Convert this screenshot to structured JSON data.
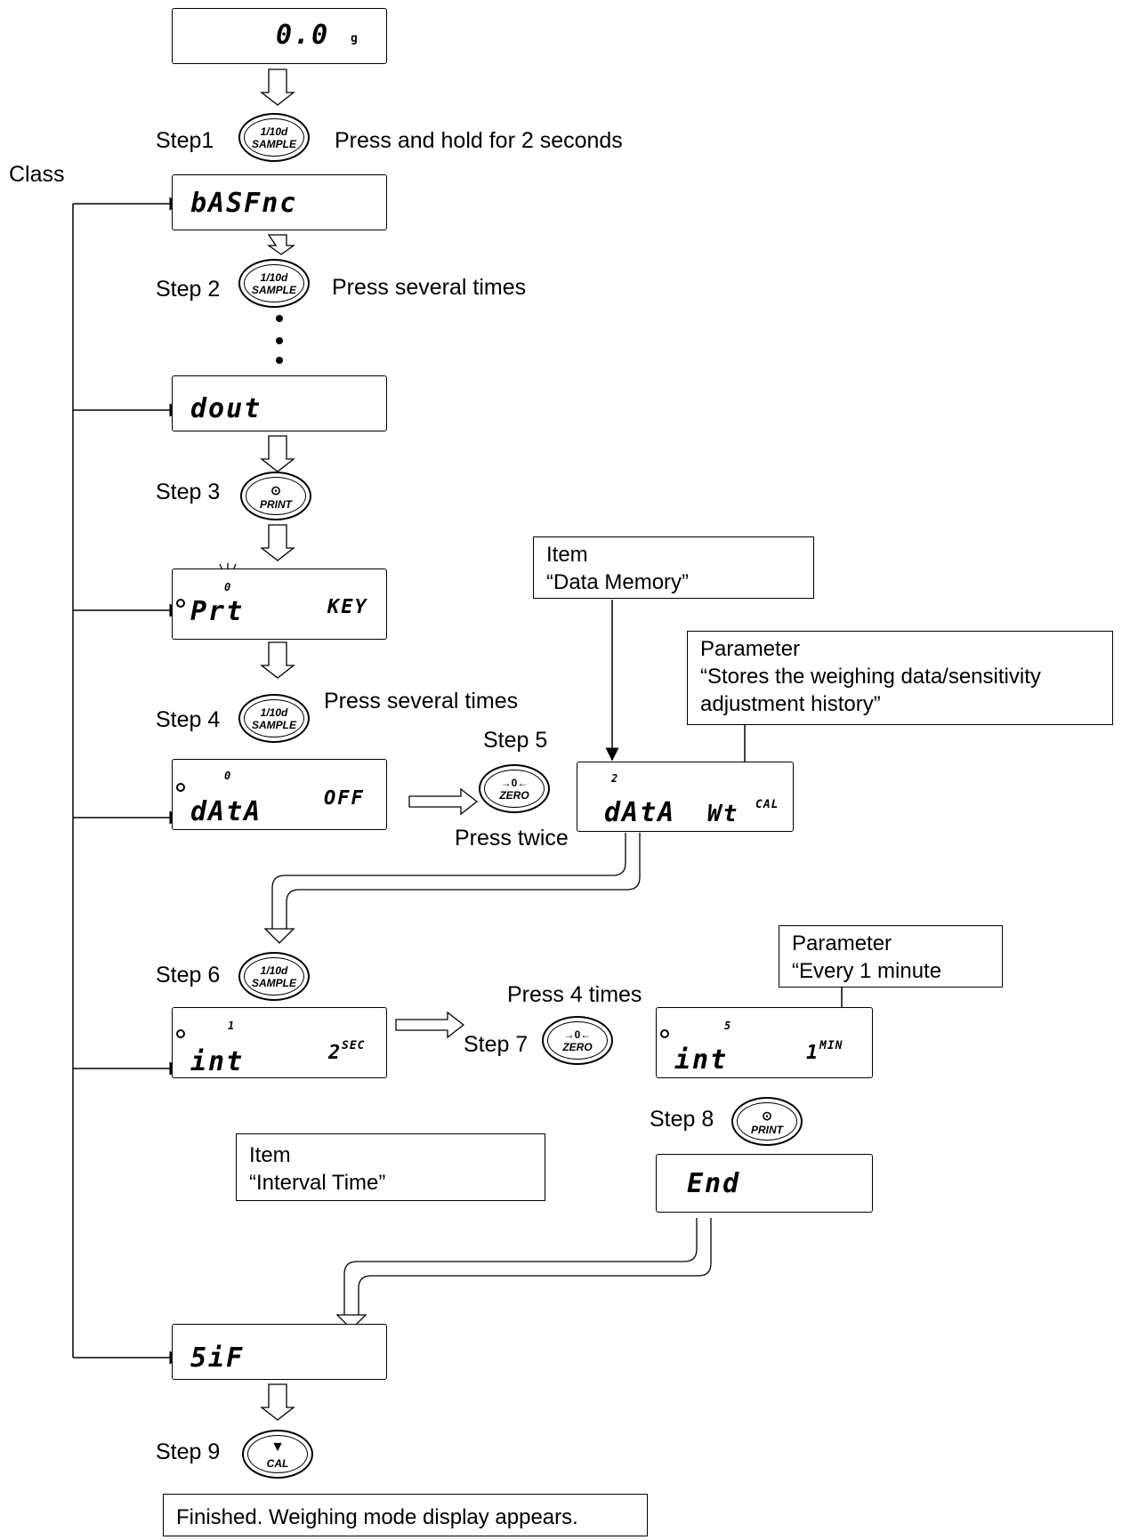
{
  "displays": {
    "initial": {
      "value": "0.0",
      "unit": "g"
    },
    "basfnc": {
      "value": "bASFnc"
    },
    "dout": {
      "value": "dout"
    },
    "prt": {
      "value": "Prt",
      "digit": "0",
      "setting": "KEY"
    },
    "data_off": {
      "value": "dAtA",
      "digit": "0",
      "setting": "OFF"
    },
    "data_wt": {
      "value": "dAtA",
      "digit": "2",
      "setting": "Wt",
      "setting_sup": "CAL"
    },
    "int_2sec": {
      "value": "int",
      "digit": "1",
      "setting": "2",
      "setting_sup": "SEC"
    },
    "int_1min": {
      "value": "int",
      "digit": "5",
      "setting": "1",
      "setting_sup": "MIN"
    },
    "end": {
      "value": "End"
    },
    "sif": {
      "value": "5iF"
    }
  },
  "keys": {
    "sample_top": "1/10d",
    "sample_bottom": "SAMPLE",
    "print_symbol": "⊙",
    "print_label": "PRINT",
    "zero_symbol": "→0←",
    "zero_label": "ZERO",
    "cal_symbol": "▼",
    "cal_label": "CAL"
  },
  "labels": {
    "class": "Class",
    "step1": "Step1",
    "step1_note": "Press and hold for 2 seconds",
    "step2": "Step 2",
    "step2_note": "Press several times",
    "step3": "Step 3",
    "step4": "Step 4",
    "step4_note": "Press several times",
    "step5": "Step 5",
    "step5_note": "Press twice",
    "step6": "Step 6",
    "step7": "Step 7",
    "step7_note": "Press 4 times",
    "step8": "Step 8",
    "step9": "Step 9"
  },
  "callouts": {
    "item_data": {
      "line1": "Item",
      "line2": "“Data Memory”"
    },
    "param_data": {
      "line1": "Parameter",
      "line2": "“Stores the weighing data/sensitivity",
      "line3": "adjustment history”"
    },
    "param_min": {
      "line1": "Parameter",
      "line2": "“Every 1 minute"
    },
    "item_interval": {
      "line1": "Item",
      "line2": "“Interval Time”"
    },
    "finished": "Finished. Weighing mode display appears."
  }
}
